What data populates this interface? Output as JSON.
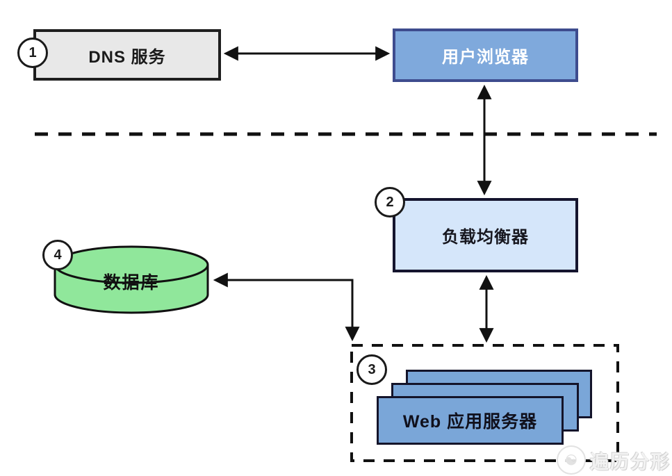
{
  "diagram": {
    "type": "architecture-flow",
    "nodes": {
      "dns": {
        "step": "1",
        "label": "DNS 服务"
      },
      "browser": {
        "label": "用户浏览器"
      },
      "load_balancer": {
        "step": "2",
        "label": "负载均衡器"
      },
      "web_servers": {
        "step": "3",
        "label": "Web 应用服务器",
        "stack_count": 3
      },
      "database": {
        "step": "4",
        "label": "数据库"
      }
    },
    "edges": [
      {
        "from": "dns",
        "to": "browser",
        "style": "double-arrow"
      },
      {
        "from": "browser",
        "to": "load_balancer",
        "style": "double-arrow"
      },
      {
        "from": "load_balancer",
        "to": "web_servers",
        "style": "double-arrow"
      },
      {
        "from": "web_servers",
        "to": "database",
        "style": "double-arrow-elbow"
      }
    ],
    "separator": {
      "style": "dashed-horizontal"
    },
    "colors": {
      "dns_fill": "#e8e8e8",
      "dns_border": "#1e1e1e",
      "browser_fill": "#7fa9dc",
      "browser_border": "#3e4c8e",
      "lb_fill": "#d5e6fa",
      "lb_border": "#15152e",
      "server_fill": "#7aa6d8",
      "server_border": "#14142a",
      "db_fill": "#90e79b",
      "db_border": "#111111",
      "line": "#111111",
      "watermark": "#e2e2e2"
    },
    "watermark": {
      "text": "遍历分形",
      "logo_glyph": "☯"
    }
  }
}
